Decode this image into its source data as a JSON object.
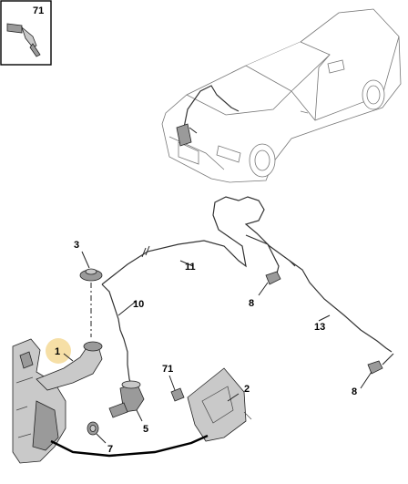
{
  "inset": {
    "label": "71"
  },
  "callouts": {
    "reservoir": "1",
    "bracket": "2",
    "grommet": "3",
    "pump": "5",
    "pump_grommet": "7",
    "nozzle_left": "8",
    "nozzle_right": "8",
    "hose_lower": "10",
    "hose_upper": "11",
    "hose_main": "13",
    "clip": "71"
  },
  "colors": {
    "highlight": "#f6dfa6",
    "line": "#222222",
    "part": "#9a9a9a"
  }
}
